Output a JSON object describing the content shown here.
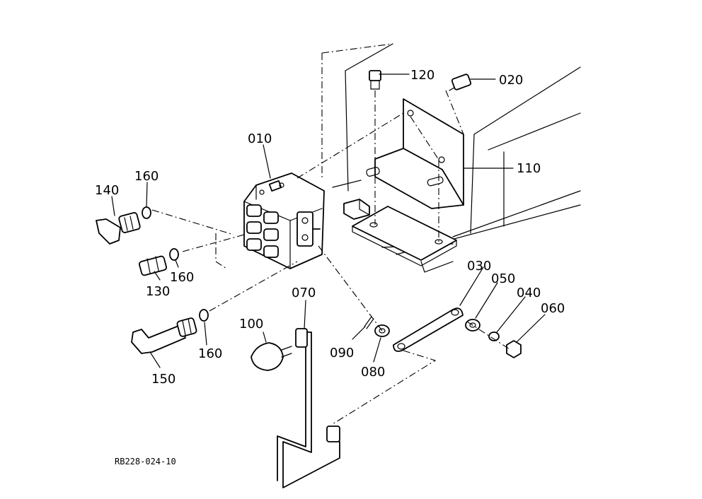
{
  "labels": {
    "p010": "010",
    "p020": "020",
    "p030": "030",
    "p040": "040",
    "p050": "050",
    "p060": "060",
    "p070": "070",
    "p080": "080",
    "p090": "090",
    "p100": "100",
    "p110": "110",
    "p120": "120",
    "p130": "130",
    "p140": "140",
    "p150": "150",
    "p160a": "160",
    "p160b": "160",
    "p160c": "160"
  },
  "drawing_code": "RB228-024-10"
}
